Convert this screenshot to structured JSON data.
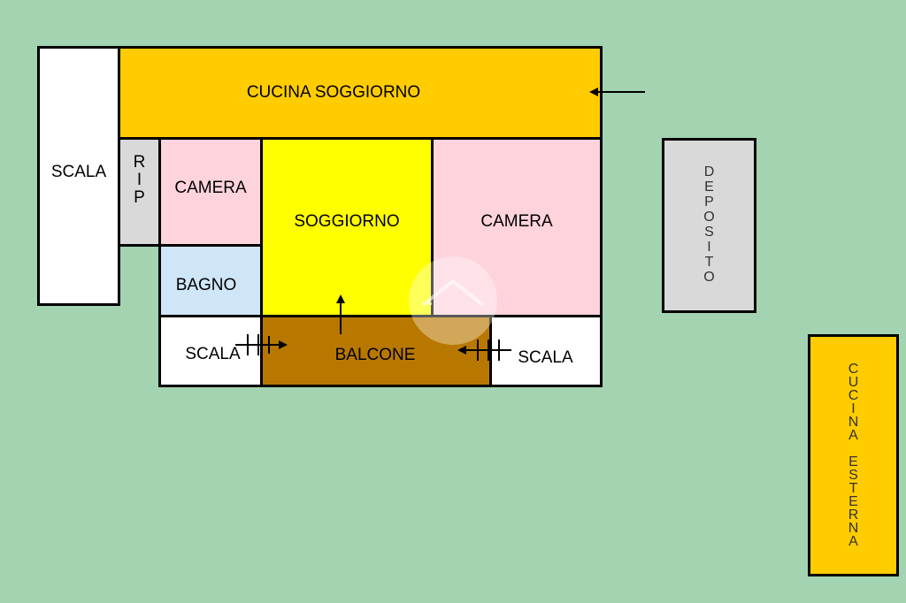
{
  "background_color": "#a3d3b1",
  "rooms": {
    "scala_left": {
      "label": "SCALA",
      "color": "#ffffff"
    },
    "cucina_soggiorno": {
      "label": "CUCINA SOGGIORNO",
      "color": "#ffcc00"
    },
    "rip": {
      "label": "RIP",
      "color": "#d9d9d9"
    },
    "camera_small": {
      "label": "CAMERA",
      "color": "#ffd3dc"
    },
    "soggiorno": {
      "label": "SOGGIORNO",
      "color": "#ffff00"
    },
    "camera_large": {
      "label": "CAMERA",
      "color": "#ffd3dc"
    },
    "bagno": {
      "label": "BAGNO",
      "color": "#cfe6f8"
    },
    "scala_bottom_left": {
      "label": "SCALA",
      "color": "#ffffff"
    },
    "balcone": {
      "label": "BALCONE",
      "color": "#b87800"
    },
    "scala_bottom_right": {
      "label": "SCALA",
      "color": "#ffffff"
    },
    "deposito": {
      "label": "DEPOSITO",
      "color": "#d9d9d9"
    },
    "cucina_esterna": {
      "label_1": "CUCINA",
      "label_2": "ESTERNA",
      "color": "#ffcc00"
    }
  }
}
